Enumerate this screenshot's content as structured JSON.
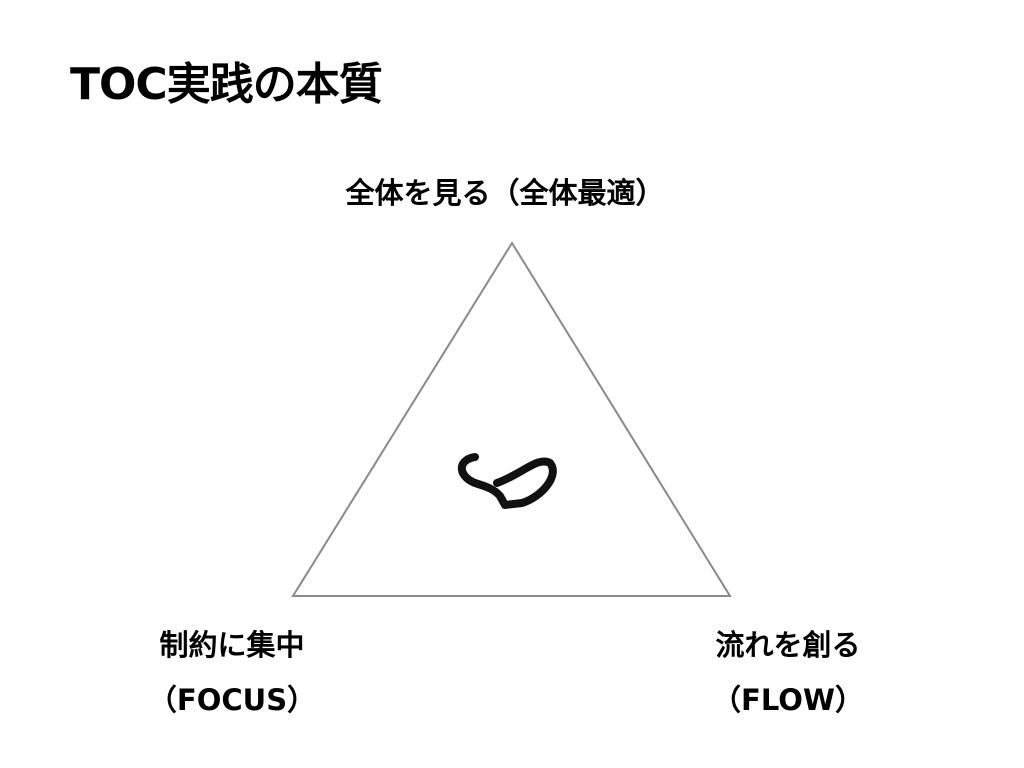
{
  "slide": {
    "title": "TOC実践の本質",
    "top_label": "全体を見る（全体最適）",
    "left_label_line1": "制約に集中",
    "left_label_line2": "（FOCUS）",
    "right_label_line1": "流れを創る",
    "right_label_line2": "（FLOW）"
  },
  "colors": {
    "triangle_stroke": "#8a8a8a",
    "text": "#000000"
  }
}
